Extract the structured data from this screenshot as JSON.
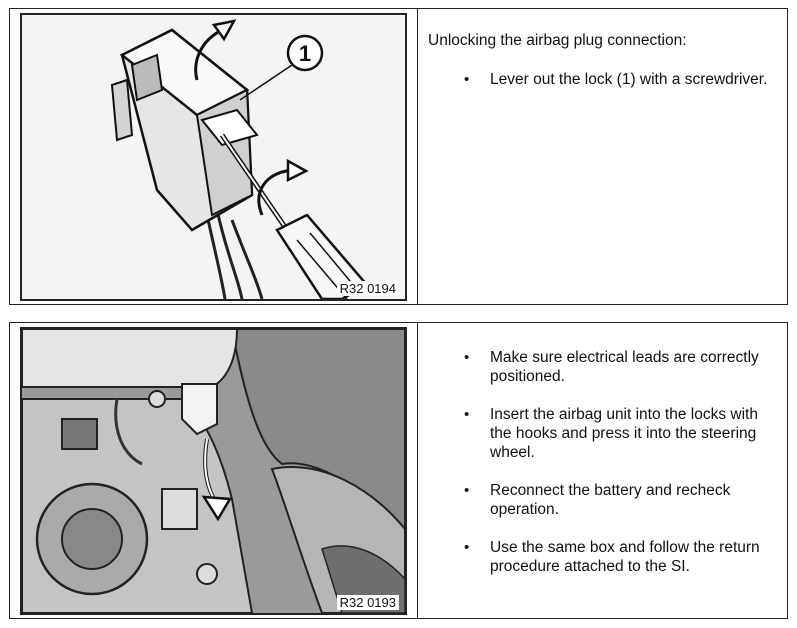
{
  "steps": [
    {
      "figure_ref": "R32 0194",
      "callout": "1",
      "intro": "Unlocking the airbag plug connection:",
      "bullets": [
        "Lever out the lock (1) with a screwdriver."
      ]
    },
    {
      "figure_ref": "R32 0193",
      "bullets": [
        "Make sure electrical leads are correctly positioned.",
        "Insert the airbag unit into the locks with the hooks and press it into the steering wheel.",
        "Reconnect the battery and recheck operation.",
        "Use the same box and follow the return procedure attached to the SI."
      ]
    }
  ]
}
